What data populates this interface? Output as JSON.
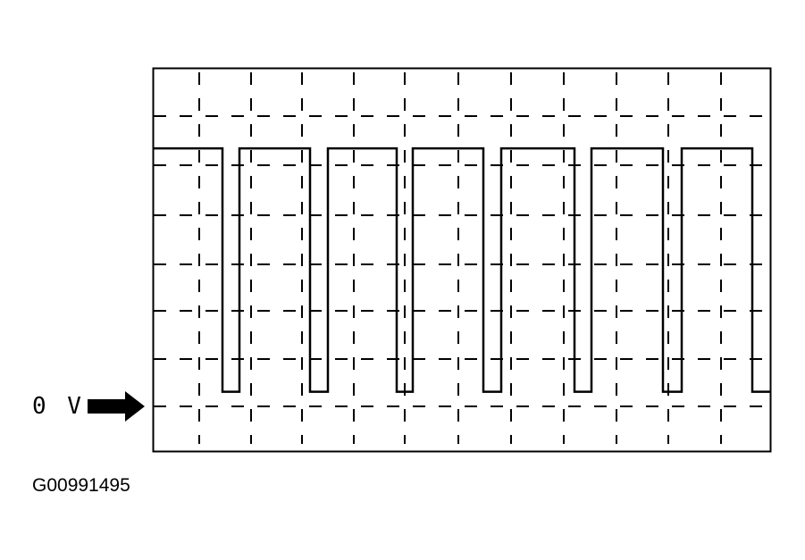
{
  "ground_label": "0 V",
  "figure_id": "G00991495",
  "colors": {
    "ink": "#000000",
    "background": "#ffffff"
  },
  "icons": {
    "ground_marker": "arrow-right-icon"
  },
  "waveform": {
    "type": "square-wave",
    "high_level_divisions_above_zero": 5.3,
    "low_level_divisions_above_zero": 0.3,
    "grid_divisions_horizontal": 12,
    "grid_divisions_vertical": 8
  }
}
